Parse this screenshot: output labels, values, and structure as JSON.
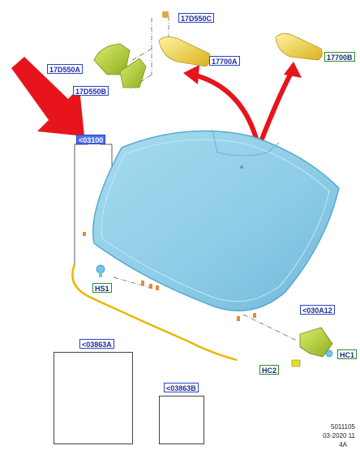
{
  "callouts": {
    "rearview_mirror_bracket_small": "17D550C",
    "mirror_bracket_a": "17D550A",
    "mirror_bracket_b": "17D550B",
    "mirror_a": "17700A",
    "mirror_b": "17700B",
    "windshield": "<03100",
    "sensor_bracket": "<030A12",
    "clip_hs1": "HS1",
    "clip_hc1": "HC1",
    "clip_hc2": "HC2",
    "kit_a": "<03863A",
    "kit_b": "<03863B"
  },
  "footer": {
    "line1": "5011105",
    "line2": "03-2020 11",
    "line3": "4A"
  },
  "colors": {
    "glass": "#8fd0ea",
    "glass_edge": "#5aa9cc",
    "arrow_red": "#e8141b",
    "mirror_yellow": "#f2d23a",
    "bracket_green": "#b6d43a",
    "sealant_yellow": "#e8b800",
    "clip_orange": "#e08a3c",
    "label_blue": "#4f6fe6"
  }
}
